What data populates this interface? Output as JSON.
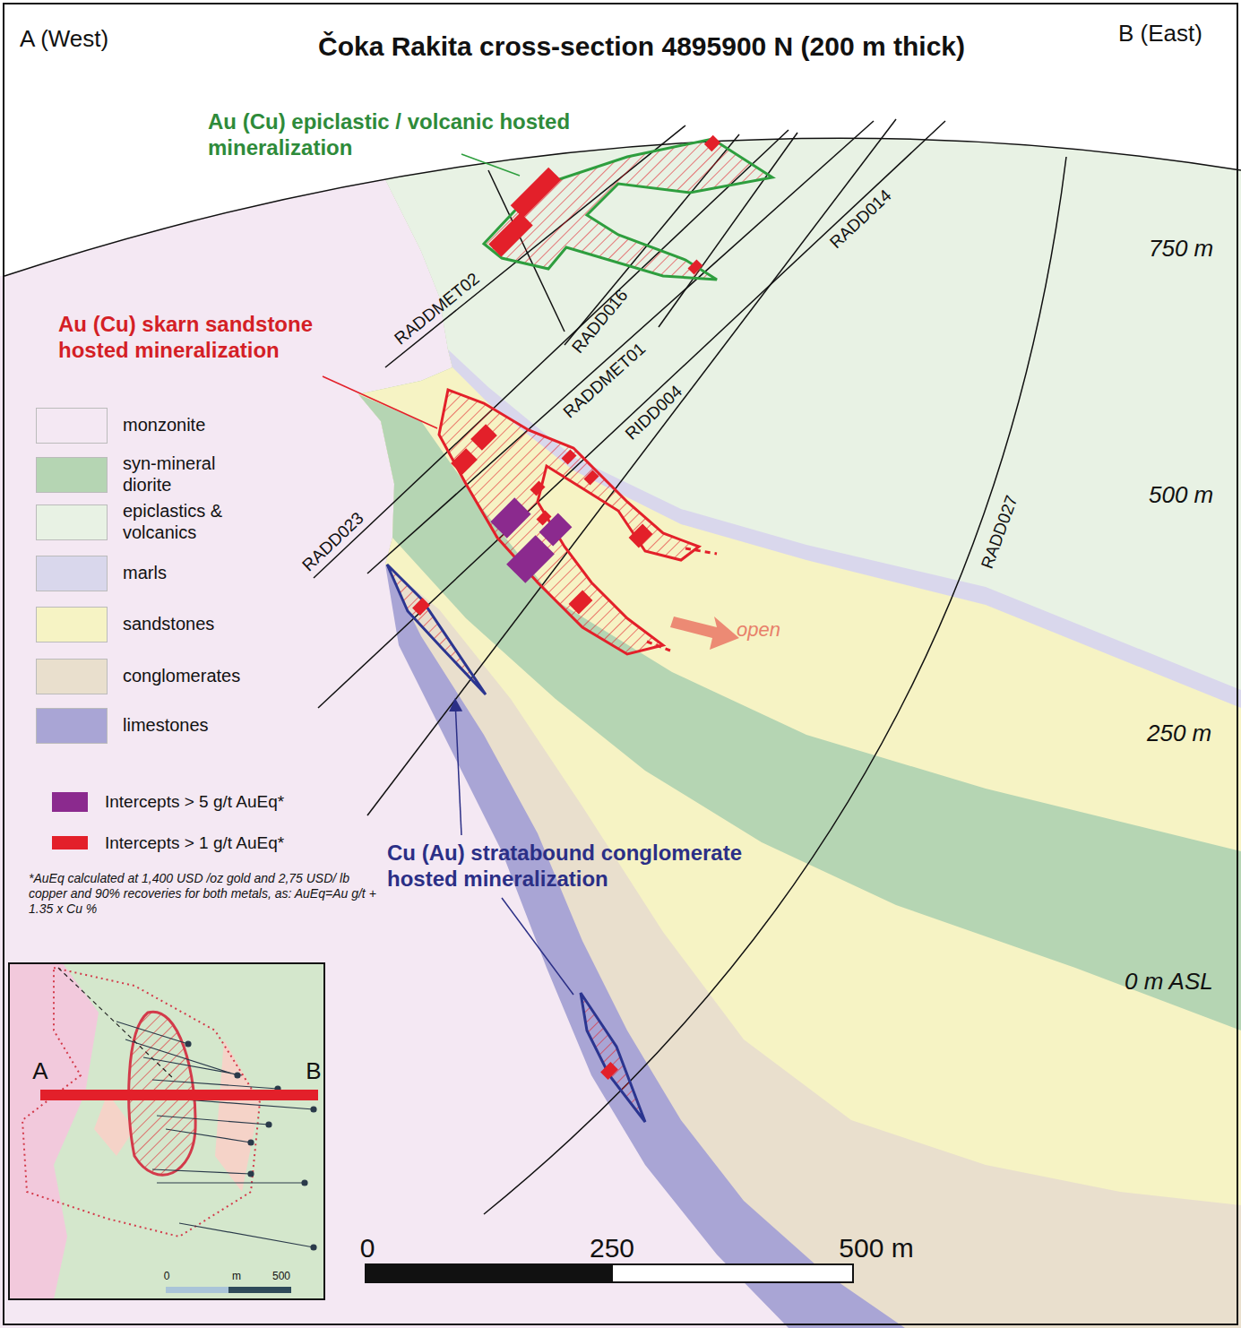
{
  "diagram": {
    "title": "Čoka Rakita cross-section 4895900 N (200 m thick)",
    "labels": [
      "A (West)",
      "B (East)",
      "Au (Cu) epiclastic / volcanic hosted mineralization",
      "RADDMET02",
      "RADD016",
      "RADDMET01",
      "RADD014",
      "Au (Cu) skarn sandstone hosted mineralization",
      "RIDD004",
      "RADD023",
      "RADD027",
      "750 m",
      "500 m",
      "250 m",
      "0 m ASL",
      "open",
      "Cu (Au) stratabound conglomerate hosted mineralization",
      "*AuEq calculated at 1,400 USD /oz gold and 2,75 USD/ lb copper and 90% recoveries for both metals, as: AuEq=Au g/t + 1.35 x Cu %",
      "0",
      "250",
      "500 m",
      "A",
      "B",
      "0",
      "m",
      "500"
    ],
    "legend": [
      {
        "text": "monzonite",
        "color": "#f4e8f3"
      },
      {
        "text": "syn-mineral diorite",
        "color": "#b5d5b3"
      },
      {
        "text": "epiclastics & volcanics",
        "color": "#e8f2e4"
      },
      {
        "text": "marls",
        "color": "#d9d7ec"
      },
      {
        "text": "sandstones",
        "color": "#f6f3c4"
      },
      {
        "text": "conglomerates",
        "color": "#e9dfcd"
      },
      {
        "text": "limestones",
        "color": "#a9a5d5"
      },
      {
        "text": "Intercepts > 5 g/t AuEq*",
        "color": "#8b2a8e"
      },
      {
        "text": "Intercepts > 1 g/t AuEq*",
        "color": "#e3202a"
      }
    ]
  }
}
